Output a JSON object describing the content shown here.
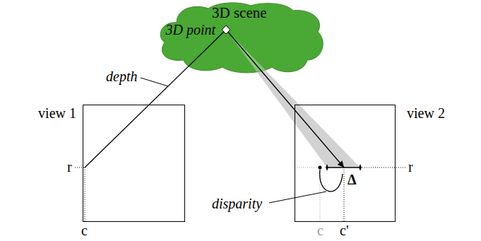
{
  "diagram": {
    "nodes": [
      {
        "text": [
          "3D scene",
          "3D point"
        ]
      },
      {
        "text": [
          "view 1"
        ]
      },
      {
        "text": [
          "view 2"
        ]
      }
    ],
    "edges": [
      {
        "from": 1,
        "to": 0,
        "arrow": "none"
      },
      {
        "from": 0,
        "to": 2,
        "arrow": "to"
      }
    ],
    "labels": [
      "depth",
      "r",
      "c",
      "r",
      "Δ",
      "disparity",
      "c",
      "c'"
    ]
  }
}
